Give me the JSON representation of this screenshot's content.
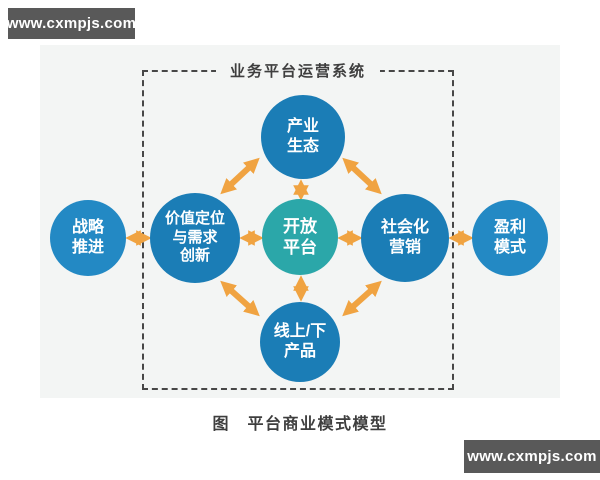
{
  "watermarks": {
    "top_left": "www.cxmpjs.com",
    "bottom_right": "www.cxmpjs.com"
  },
  "diagram": {
    "system_label": "业务平台运营系统",
    "caption": "图　平台商业模式模型",
    "nodes": {
      "strategy": {
        "label": "战略推进",
        "lines": [
          "战略",
          "推进"
        ]
      },
      "value": {
        "label": "价值定位与需求创新",
        "lines": [
          "价值定位",
          "与需求",
          "创新"
        ]
      },
      "ecosystem": {
        "label": "产业生态",
        "lines": [
          "产业",
          "生态"
        ]
      },
      "platform": {
        "label": "开放平台",
        "lines": [
          "开放",
          "平台"
        ]
      },
      "marketing": {
        "label": "社会化营销",
        "lines": [
          "社会化",
          "营销"
        ]
      },
      "products": {
        "label": "线上/下产品",
        "lines": [
          "线上/下",
          "产品"
        ]
      },
      "profit": {
        "label": "盈利模式",
        "lines": [
          "盈利",
          "模式"
        ]
      }
    }
  },
  "colors": {
    "node_blue": "#1B7DB6",
    "node_blue_outer": "#2389C4",
    "node_teal": "#2BA7A9",
    "arrow_orange": "#F0A341",
    "panel_bg": "#F3F5F4",
    "watermark_bg": "#595959",
    "dashed_border": "#474747",
    "text_dark": "#3E3E3E"
  }
}
